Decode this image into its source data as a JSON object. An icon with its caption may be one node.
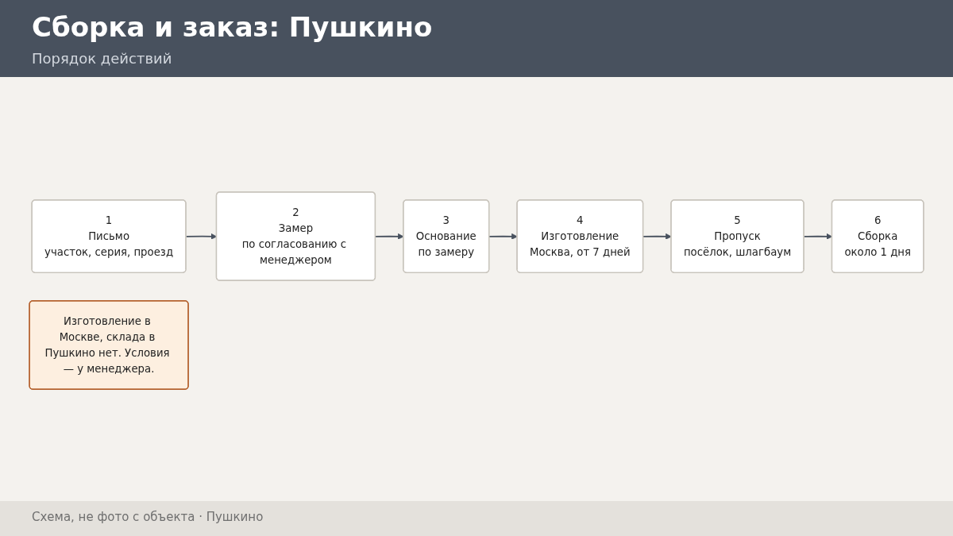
{
  "diagram": {
    "title": "Сборка и заказ: Пушкино",
    "nodes": [
      {
        "text": [
          "1",
          "Письмо",
          "участок, серия, проезд"
        ]
      },
      {
        "text": [
          "2",
          "Замер",
          "по согласованию с менеджером"
        ]
      },
      {
        "text": [
          "3",
          "Основание",
          "по замеру"
        ]
      },
      {
        "text": [
          "4",
          "Изготовление",
          "Москва, от 7 дней"
        ]
      },
      {
        "text": [
          "5",
          "Пропуск",
          "посёлок, шлагбаум"
        ]
      },
      {
        "text": [
          "6",
          "Сборка",
          "около 1 дня"
        ]
      },
      {
        "text": [
          "Изготовление в Москве, склада в Пушкино нет. Условия — у менеджера."
        ]
      }
    ],
    "edges": [
      {
        "from": 0,
        "to": 1,
        "arrow": "to"
      },
      {
        "from": 1,
        "to": 2,
        "arrow": "to"
      },
      {
        "from": 2,
        "to": 3,
        "arrow": "to"
      },
      {
        "from": 3,
        "to": 4,
        "arrow": "to"
      },
      {
        "from": 4,
        "to": 5,
        "arrow": "to"
      }
    ],
    "labels": [
      "Порядок действий",
      "Схема, не фото с объекта · Пушкино"
    ]
  }
}
